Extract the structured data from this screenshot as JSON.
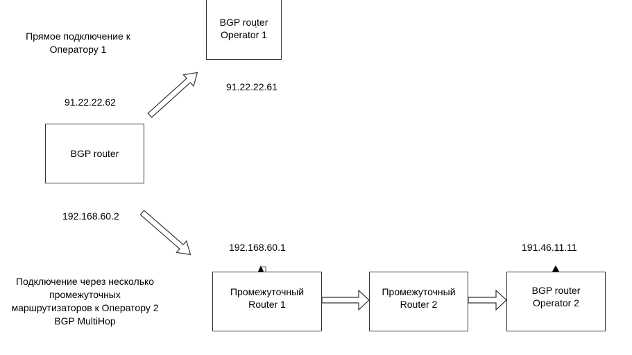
{
  "nodes": {
    "bgp_router": {
      "lines": [
        "BGP router"
      ]
    },
    "operator1": {
      "lines": [
        "BGP router",
        "Operator 1"
      ]
    },
    "intermediate1": {
      "lines": [
        "Промежуточный",
        "Router 1"
      ]
    },
    "intermediate2": {
      "lines": [
        "Промежуточный",
        "Router 2"
      ]
    },
    "operator2": {
      "lines": [
        "BGP router",
        "Operator 2"
      ]
    }
  },
  "ip_labels": {
    "bgp_router_op1_side": "91.22.22.62",
    "operator1_side": "91.22.22.61",
    "bgp_router_multihop_side": "192.168.60.2",
    "intermediate1_side": "192.168.60.1",
    "operator2_side": "191.46.11.11"
  },
  "captions": {
    "direct": [
      "Прямое подключение к",
      "Оператору 1"
    ],
    "multihop": [
      "Подключение через несколько",
      "промежуточных",
      "маршрутизаторов к Оператору 2",
      "BGP MultiHop"
    ]
  }
}
